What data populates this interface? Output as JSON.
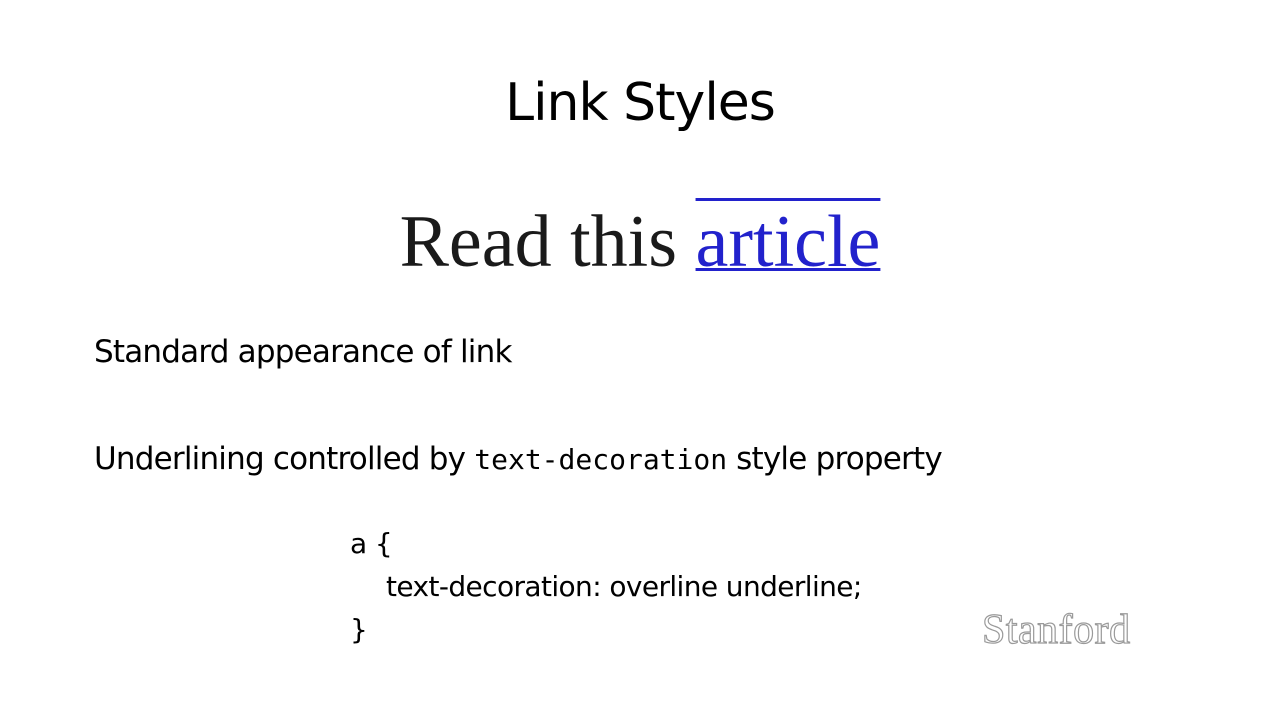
{
  "slide": {
    "title": "Link Styles",
    "demo": {
      "text_before": "Read this ",
      "link_text": "article",
      "link_color": "#2222cc"
    },
    "standard_label": "Standard appearance of link",
    "underline_line": {
      "before": "Underlining controlled by ",
      "code": "text-decoration",
      "after": " style property"
    },
    "code_block": {
      "line1": "a {",
      "line2": "text-decoration: overline underline;",
      "line3": "}"
    },
    "logo_text": "Stanford"
  }
}
